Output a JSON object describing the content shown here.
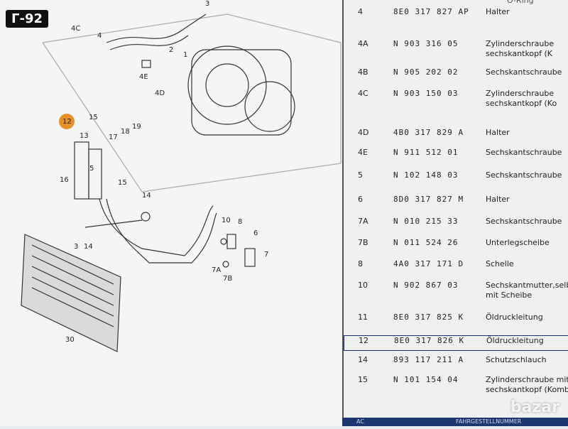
{
  "badge": "Г-92",
  "diagram": {
    "labels": [
      "4C",
      "4",
      "3",
      "2",
      "1",
      "4E",
      "4D",
      "12",
      "15",
      "13",
      "17",
      "18",
      "19",
      "16",
      "5",
      "14",
      "15",
      "3",
      "14",
      "10",
      "8",
      "6",
      "7",
      "7A",
      "7B",
      "30"
    ]
  },
  "table": {
    "top_partial": "O-Ring",
    "rows": [
      {
        "pos": "4",
        "part": "8E0 317 827 AP",
        "desc": "Halter"
      },
      {
        "pos": "4A",
        "part": "N  903 316 05",
        "desc": "Zylinderschraube\nsechskantkopf (K"
      },
      {
        "pos": "4B",
        "part": "N  905 202 02",
        "desc": "Sechskantschraube"
      },
      {
        "pos": "4C",
        "part": "N  903 150 03",
        "desc": "Zylinderschraube\nsechskantkopf (Ko"
      },
      {
        "pos": "4D",
        "part": "4B0 317 829 A",
        "desc": "Halter"
      },
      {
        "pos": "4E",
        "part": "N  911 512 01",
        "desc": "Sechskantschraube"
      },
      {
        "pos": "5",
        "part": "N  102 148 03",
        "desc": "Sechskantschraube"
      },
      {
        "pos": "6",
        "part": "8D0 317 827 M",
        "desc": "Halter"
      },
      {
        "pos": "7A",
        "part": "N  010 215 33",
        "desc": "Sechskantschraube"
      },
      {
        "pos": "7B",
        "part": "N  011 524 26",
        "desc": "Unterlegscheibe"
      },
      {
        "pos": "8",
        "part": "4A0 317 171 D",
        "desc": "Schelle"
      },
      {
        "pos": "10",
        "part": "N  902 867 03",
        "desc": "Sechskantmutter,selb\nmit Scheibe"
      },
      {
        "pos": "11",
        "part": "8E0 317 825 K",
        "desc": "Öldruckleitung"
      },
      {
        "pos": "12",
        "part": "8E0 317 826 K",
        "desc": "Öldruckleitung"
      },
      {
        "pos": "14",
        "part": "893 117 211 A",
        "desc": "Schutzschlauch"
      },
      {
        "pos": "15",
        "part": "N  101 154 04",
        "desc": "Zylinderschraube mit In\nsechskantkopf (Kombi)"
      }
    ]
  },
  "bottom": {
    "left": "AC",
    "center": "FAHRGESTELLNUMMER"
  },
  "watermark": "bazar"
}
